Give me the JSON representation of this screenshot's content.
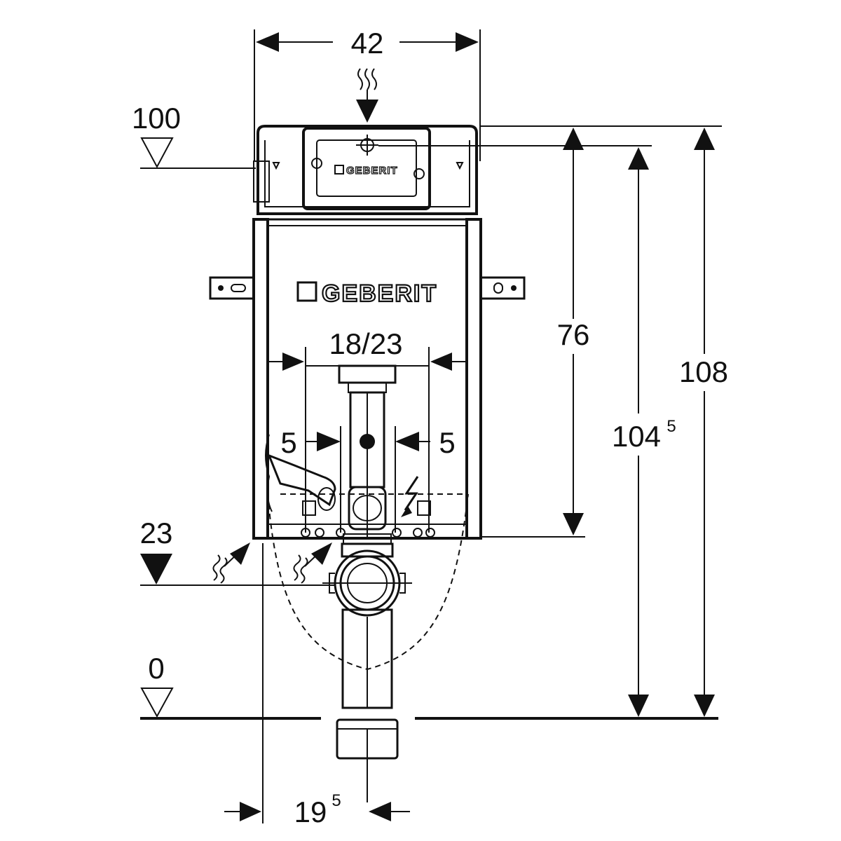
{
  "dimensions": {
    "width_top": "42",
    "inner_width": "18/23",
    "offset_left": "5",
    "offset_right": "5",
    "height_76": "76",
    "height_104": "104",
    "height_104_sup": "5",
    "height_108": "108",
    "bottom_offset": "19",
    "bottom_offset_sup": "5"
  },
  "levels": {
    "level_100": "100",
    "level_23": "23",
    "level_0": "0"
  },
  "brand": {
    "logo_frame": "GEBERIT",
    "logo_cistern": "GEBERIT"
  }
}
